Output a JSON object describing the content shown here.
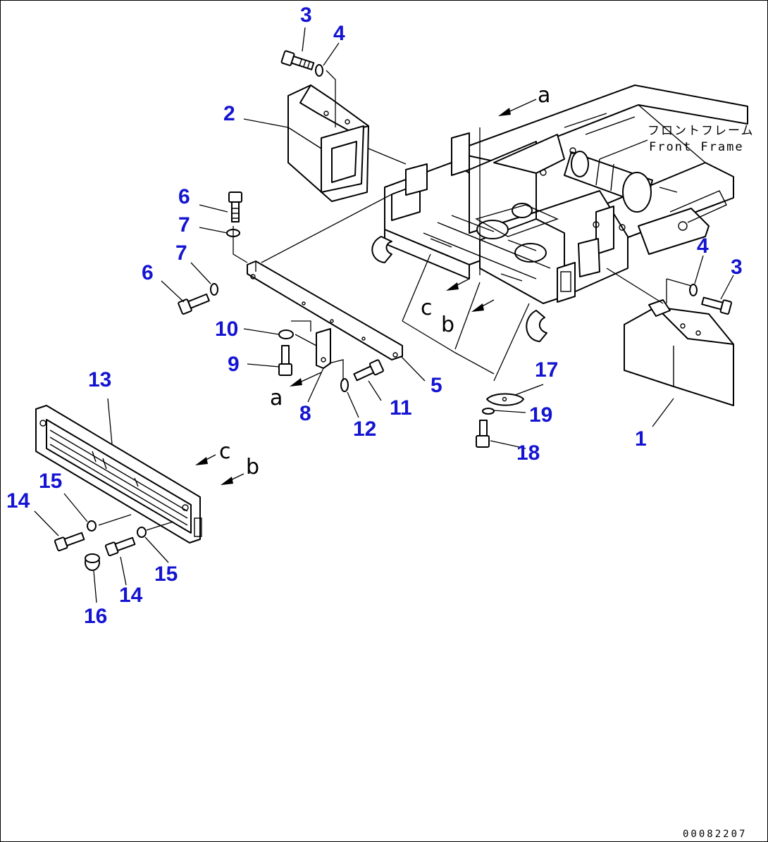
{
  "drawing_id": "00082207",
  "front_frame": {
    "label_jp": "フロントフレーム",
    "label_en": "Front Frame"
  },
  "callouts": {
    "c1": "1",
    "c2": "2",
    "c3a": "3",
    "c3b": "3",
    "c4a": "4",
    "c4b": "4",
    "c5": "5",
    "c6a": "6",
    "c6b": "6",
    "c7a": "7",
    "c7b": "7",
    "c8": "8",
    "c9": "9",
    "c10": "10",
    "c11": "11",
    "c12": "12",
    "c13": "13",
    "c14a": "14",
    "c14b": "14",
    "c15a": "15",
    "c15b": "15",
    "c16": "16",
    "c17": "17",
    "c18": "18",
    "c19": "19"
  },
  "refs": {
    "a_top": "a",
    "a_low": "a",
    "b_frame": "b",
    "b_grille": "b",
    "c_frame": "c",
    "c_grille": "c"
  },
  "colors": {
    "callout": "#1414d2",
    "line": "#000000",
    "background": "#ffffff"
  }
}
